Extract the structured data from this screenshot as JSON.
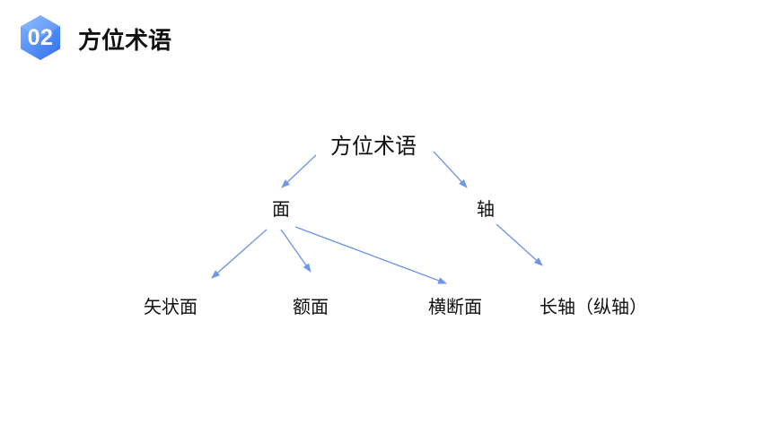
{
  "header": {
    "badge_number": "02",
    "title": "方位术语"
  },
  "colors": {
    "badge_light": "#6aa4ff",
    "badge_dark": "#2f6ff0",
    "arrow": "#6f96e8",
    "text": "#111111"
  },
  "diagram": {
    "root": "方位术语",
    "level1": [
      "面",
      "轴"
    ],
    "level2": [
      "矢状面",
      "额面",
      "横断面",
      "长轴（纵轴）"
    ]
  }
}
